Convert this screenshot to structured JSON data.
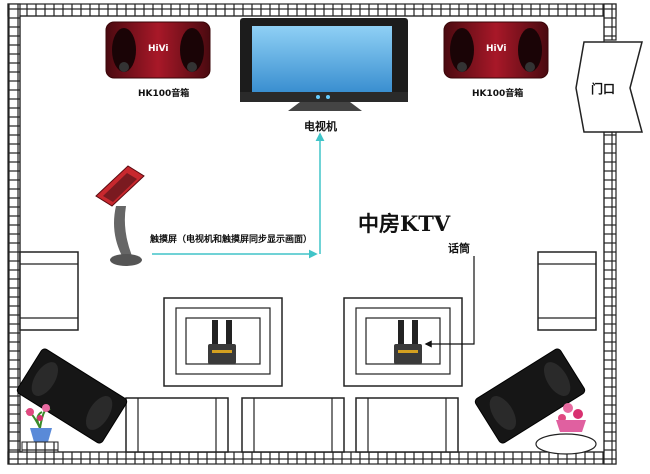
{
  "labels": {
    "speaker_left": "HK100音箱",
    "speaker_right": "HK100音箱",
    "speaker_brand": "HiVi",
    "tv": "电视机",
    "touchscreen": "触摸屏（电视机和触摸屏同步显示画面）",
    "title": "中房KTV",
    "microphone": "话筒",
    "door": "门口"
  },
  "colors": {
    "wall": "#222222",
    "arrow": "#40c4c8",
    "speaker_red": "#8e1220",
    "tv_screen": "#5fb2e8"
  },
  "icons": [
    "speaker-icon",
    "tv-icon",
    "touchscreen-kiosk-icon",
    "microphone-icon",
    "flower-pot-icon",
    "door-icon"
  ]
}
